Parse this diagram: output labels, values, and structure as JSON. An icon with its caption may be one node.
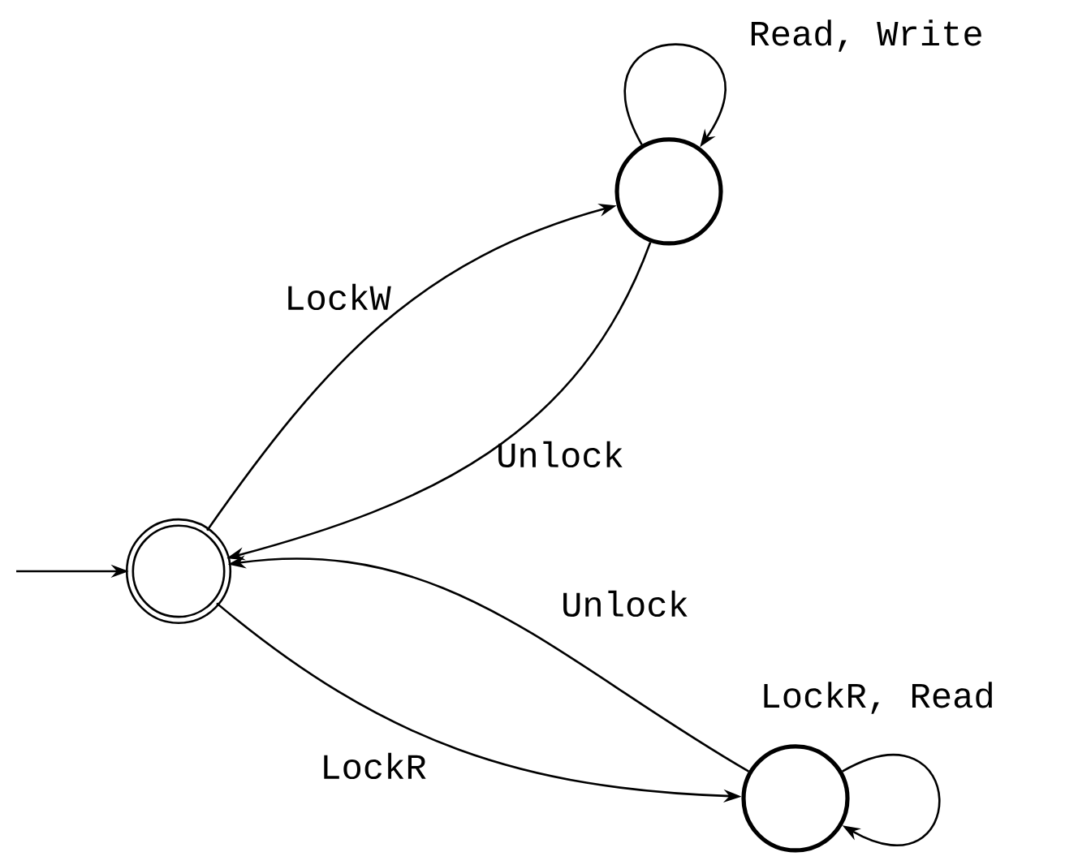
{
  "diagram": {
    "nodes": [
      {
        "text": [],
        "shape": "circle"
      },
      {
        "text": [],
        "shape": "circle"
      },
      {
        "text": [],
        "shape": "circle"
      }
    ],
    "edges": [
      {
        "from": null,
        "to": 0,
        "arrow": "to"
      },
      {
        "from": 0,
        "to": 1,
        "arrow": "to",
        "label": "LockW"
      },
      {
        "from": 1,
        "to": 0,
        "arrow": "to",
        "label": "Unlock"
      },
      {
        "from": 1,
        "to": 1,
        "arrow": "to",
        "label": "Read, Write"
      },
      {
        "from": 2,
        "to": 0,
        "arrow": "to",
        "label": "Unlock"
      },
      {
        "from": 0,
        "to": 2,
        "arrow": "to",
        "label": "LockR"
      },
      {
        "from": 2,
        "to": 2,
        "arrow": "to",
        "label": "LockR, Read"
      }
    ]
  }
}
